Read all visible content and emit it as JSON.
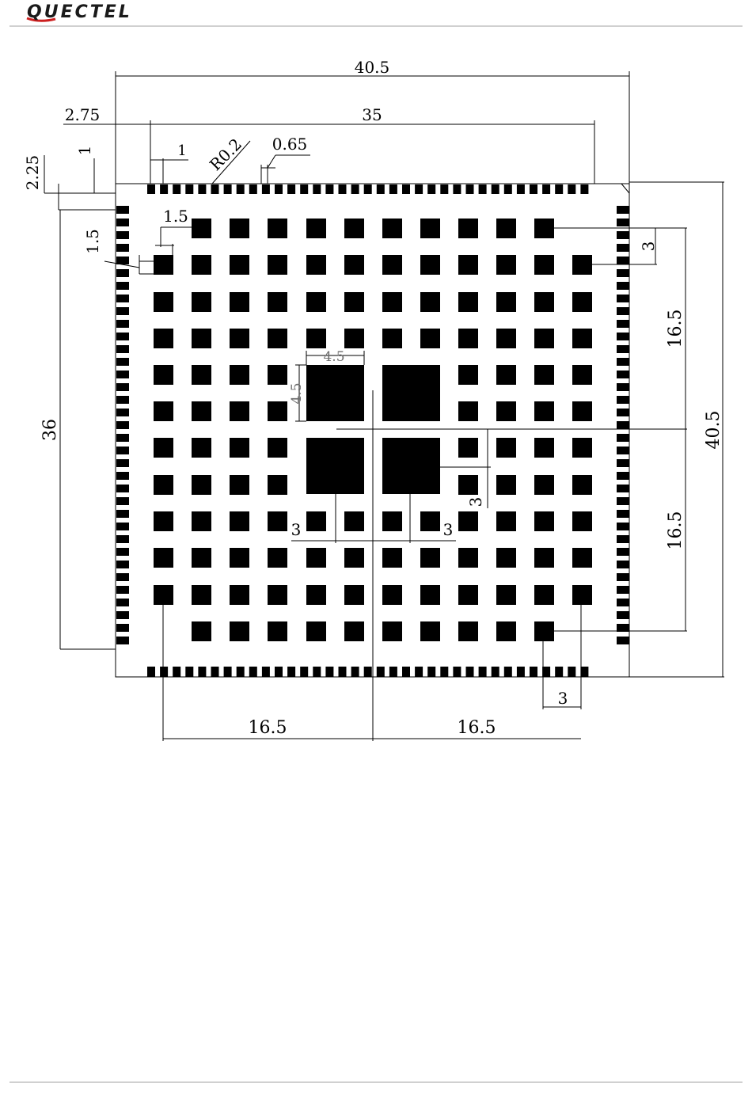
{
  "header": {
    "logo_text": "QUECTEL",
    "logo_color": "#cc1f1f"
  },
  "diagram": {
    "dimensions": {
      "overall_width_top": "40.5",
      "inner_pad_span": "35",
      "left_offset": "2.75",
      "top_offset": "2.25",
      "pad_length": "1",
      "pad_width": "1",
      "corner_radius": "R0.2",
      "pad_pitch": "0.65",
      "ball_pad_size": "1.5",
      "edge_pad_pitch": "1.5",
      "left_span": "36",
      "overall_height_right": "40.5",
      "ball_pitch_top_right": "3",
      "half_span_right_top": "16.5",
      "half_span_right_bottom": "16.5",
      "center_pad_width": "4.5",
      "center_pad_height": "4.5",
      "center_offset_left": "3",
      "center_offset_right": "3",
      "center_offset_vertical": "3",
      "bottom_ball_pitch": "3",
      "half_span_bottom_left": "16.5",
      "half_span_bottom_right": "16.5"
    }
  }
}
